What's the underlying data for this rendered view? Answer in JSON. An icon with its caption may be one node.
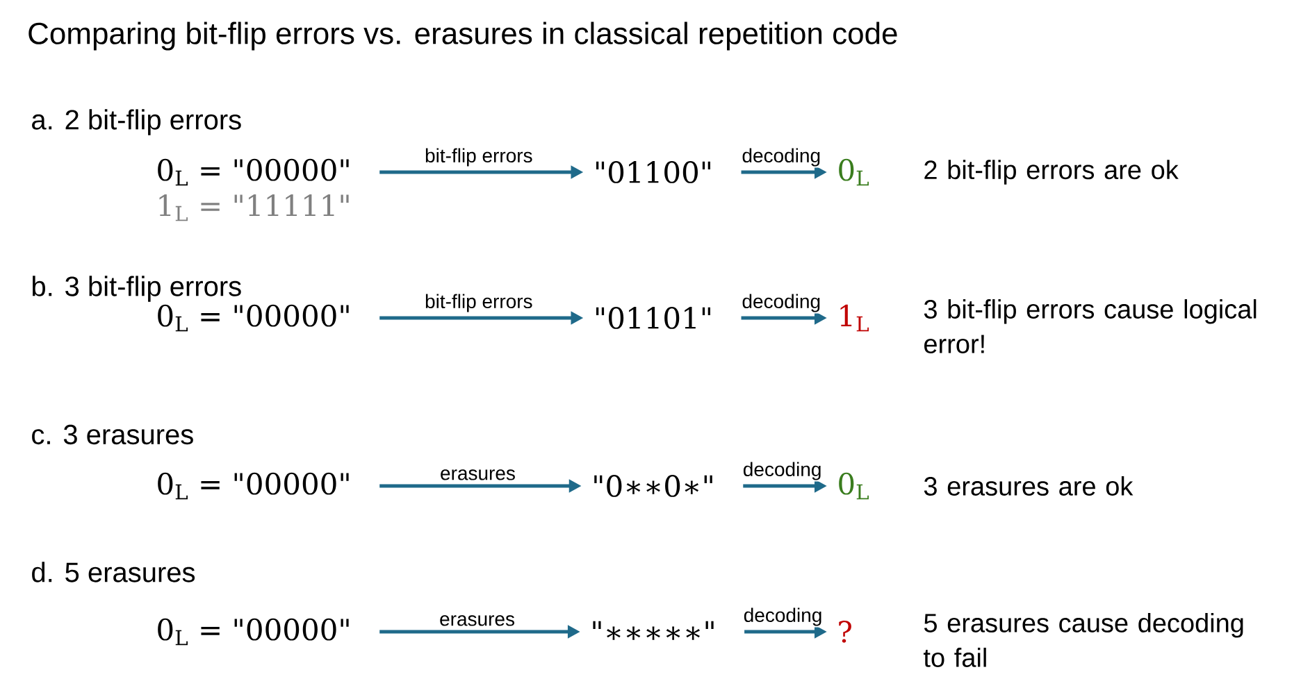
{
  "diagram": {
    "title": "Comparing bit-flip errors vs. erasures in classical repetition code",
    "nodes": [
      {
        "text": [
          "0$_{L}$ = \"00000\""
        ],
        "beside": [
          "1$_{L}$ = \"11111\""
        ]
      },
      {
        "text": [
          "\"01100\""
        ]
      },
      {
        "text": [
          "0$_{L}$"
        ]
      },
      {
        "text": [
          "0$_{L}$ = \"00000\""
        ]
      },
      {
        "text": [
          "\"01101\""
        ]
      },
      {
        "text": [
          "1$_{L}$"
        ]
      },
      {
        "text": [
          "0$_{L}$ = \"00000\""
        ]
      },
      {
        "text": [
          "\"0∗∗0∗\""
        ]
      },
      {
        "text": [
          "0$_{L}$"
        ]
      },
      {
        "text": [
          "0$_{L}$ = \"00000\""
        ]
      },
      {
        "text": [
          "\"∗∗∗∗∗\""
        ]
      },
      {
        "text": [
          "?"
        ]
      }
    ],
    "edges": [
      {
        "from": 0,
        "to": 1,
        "arrow": "to",
        "label": "bit-flip errors"
      },
      {
        "from": 1,
        "to": 2,
        "arrow": "to",
        "label": "decoding"
      },
      {
        "from": 3,
        "to": 4,
        "arrow": "to",
        "label": "bit-flip errors"
      },
      {
        "from": 4,
        "to": 5,
        "arrow": "to",
        "label": "decoding"
      },
      {
        "from": 6,
        "to": 7,
        "arrow": "to",
        "label": "erasures"
      },
      {
        "from": 7,
        "to": 8,
        "arrow": "to",
        "label": "decoding"
      },
      {
        "from": 9,
        "to": 10,
        "arrow": "to",
        "label": "erasures"
      },
      {
        "from": 10,
        "to": 11,
        "arrow": "to",
        "label": "decoding"
      }
    ],
    "labels": [
      "a. 2 bit-flip errors",
      "2 bit-flip errors are ok",
      "b. 3 bit-flip errors",
      "3 bit-flip errors cause logical error!",
      "c. 3 erasures",
      "3 erasures are ok",
      "d. 5 erasures",
      "5 erasures cause decoding to fail"
    ]
  }
}
